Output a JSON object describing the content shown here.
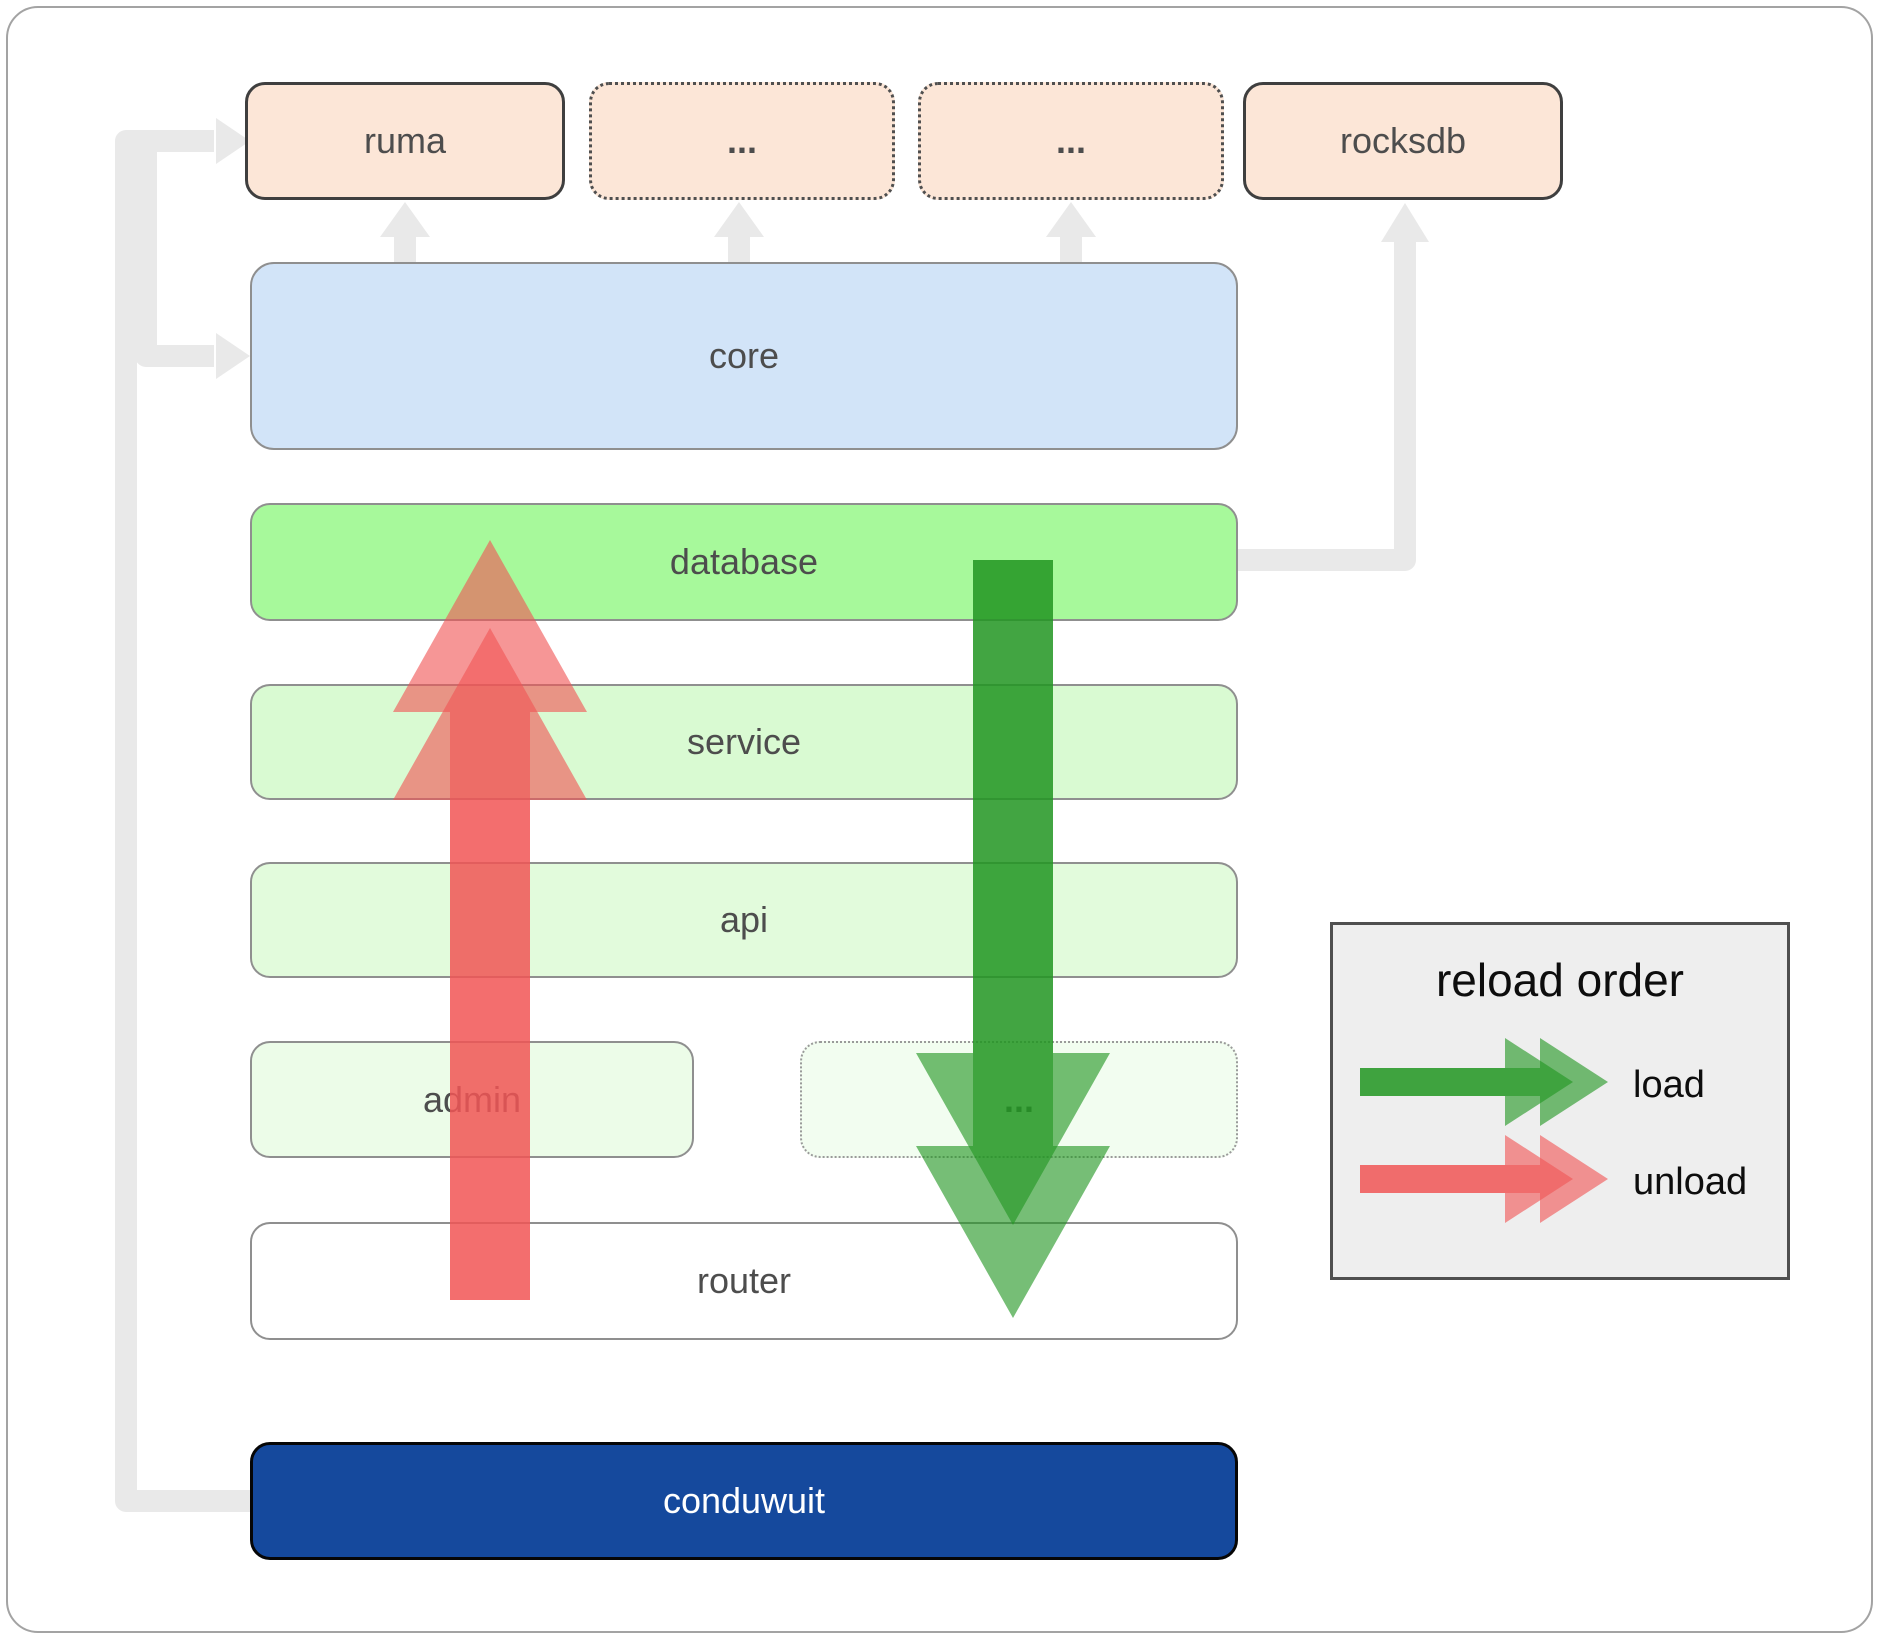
{
  "diagram": {
    "nodes": {
      "ruma": "ruma",
      "ellipsis_top_1": "...",
      "ellipsis_top_2": "...",
      "rocksdb": "rocksdb",
      "core": "core",
      "database": "database",
      "service": "service",
      "api": "api",
      "admin": "admin",
      "ellipsis_mid": "...",
      "router": "router",
      "conduwuit": "conduwuit"
    },
    "legend": {
      "title": "reload order",
      "load_label": "load",
      "unload_label": "unload"
    }
  },
  "legend": {
    "title": "reload order",
    "load_label": "load",
    "unload_label": "unload"
  },
  "colors": {
    "load_arrow": "#229622",
    "unload_arrow": "#f05555",
    "connector": "#e9e9e9",
    "peach_fill": "#fce6d7",
    "core_fill": "#d2e4f8",
    "database_fill": "#a7f99b",
    "service_fill": "#d9fad2",
    "api_fill": "#e2fbdc",
    "admin_fill": "#ecfce8",
    "ellipsis_mid_fill": "#f2fdf0",
    "router_fill": "#ffffff",
    "conduwuit_fill": "#15499d",
    "legend_bg": "#eeeeee"
  }
}
